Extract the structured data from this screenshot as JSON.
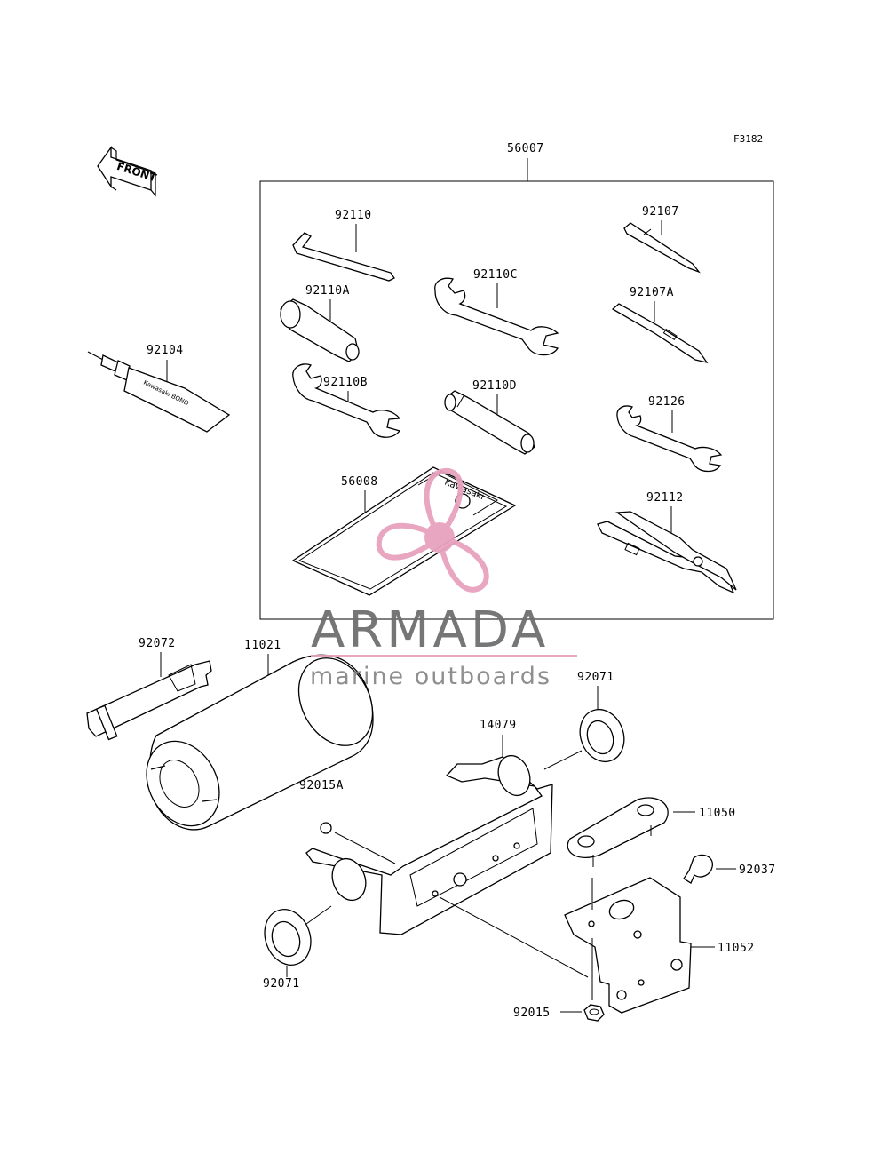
{
  "figure_code": "F3182",
  "front_arrow_label": "FRONT",
  "kit_label": "56007",
  "tube_text": "Kawasaki BOND",
  "pouch_text": "Kawasaki",
  "parts": {
    "p92110": "92110",
    "p92107": "92107",
    "p92110A": "92110A",
    "p92110C": "92110C",
    "p92107A": "92107A",
    "p92104": "92104",
    "p92110B": "92110B",
    "p92110D": "92110D",
    "p92126": "92126",
    "p56008": "56008",
    "p92112": "92112",
    "p92072": "92072",
    "p11021": "11021",
    "p92071_top": "92071",
    "p14079": "14079",
    "p92015A": "92015A",
    "p11050": "11050",
    "p92037": "92037",
    "p11052": "11052",
    "p92071_bottom": "92071",
    "p92015": "92015"
  },
  "watermark": {
    "title": "ARMADA",
    "subtitle": "marine outboards",
    "title_color": "#6f6f6f",
    "logo_color": "#e8a2be"
  }
}
